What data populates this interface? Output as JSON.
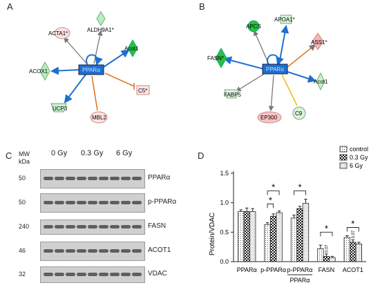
{
  "panels": {
    "A": "A",
    "B": "B",
    "C": "C",
    "D": "D"
  },
  "network_a": {
    "hub": "PPARα",
    "nodes": [
      "ACTA1*",
      "ALDH9A1*",
      "Acot1",
      "ACOX1",
      "UCP3",
      "MBL2",
      "C5*"
    ]
  },
  "network_b": {
    "hub": "PPARα",
    "nodes": [
      "APCS",
      "APOA1*",
      "ASS1*",
      "FASN*",
      "Acot1",
      "FABP5",
      "EP300",
      "C9"
    ]
  },
  "blot": {
    "mw_header": "MW",
    "kda": "kDa",
    "doses": [
      "0 Gy",
      "0.3 Gy",
      "6 Gy"
    ],
    "rows": [
      {
        "mw": "50",
        "label": "PPARα"
      },
      {
        "mw": "50",
        "label": "p-PPARα"
      },
      {
        "mw": "240",
        "label": "FASN"
      },
      {
        "mw": "46",
        "label": "ACOT1"
      },
      {
        "mw": "32",
        "label": "VDAC"
      }
    ]
  },
  "chart_data": {
    "type": "bar",
    "ylabel": "Protein/VDAC",
    "ylim": [
      0,
      1.5
    ],
    "yticks": [
      "0.0",
      "0.5",
      "1.0",
      "1.5"
    ],
    "categories": [
      "PPARα",
      "p-PPARα",
      "p-PPARα",
      "FASN",
      "ACOT1"
    ],
    "category_sub": [
      "",
      "",
      "PPARα",
      "",
      ""
    ],
    "series": [
      {
        "name": "control",
        "values": [
          0.85,
          0.63,
          0.74,
          0.22,
          0.41
        ],
        "err": [
          0.03,
          0.03,
          0.05,
          0.06,
          0.03
        ]
      },
      {
        "name": "0.3 Gy",
        "values": [
          0.85,
          0.77,
          0.9,
          0.09,
          0.33
        ],
        "err": [
          0.06,
          0.04,
          0.04,
          0.04,
          0.04
        ]
      },
      {
        "name": "6 Gy",
        "values": [
          0.85,
          0.83,
          0.99,
          0.07,
          0.3
        ],
        "err": [
          0.05,
          0.03,
          0.07,
          0.02,
          0.03
        ]
      }
    ],
    "annotations": [
      "*",
      "*",
      "*",
      "*",
      "*",
      "0.07",
      "0.07"
    ],
    "legend_position": "top-right",
    "grid": false
  }
}
